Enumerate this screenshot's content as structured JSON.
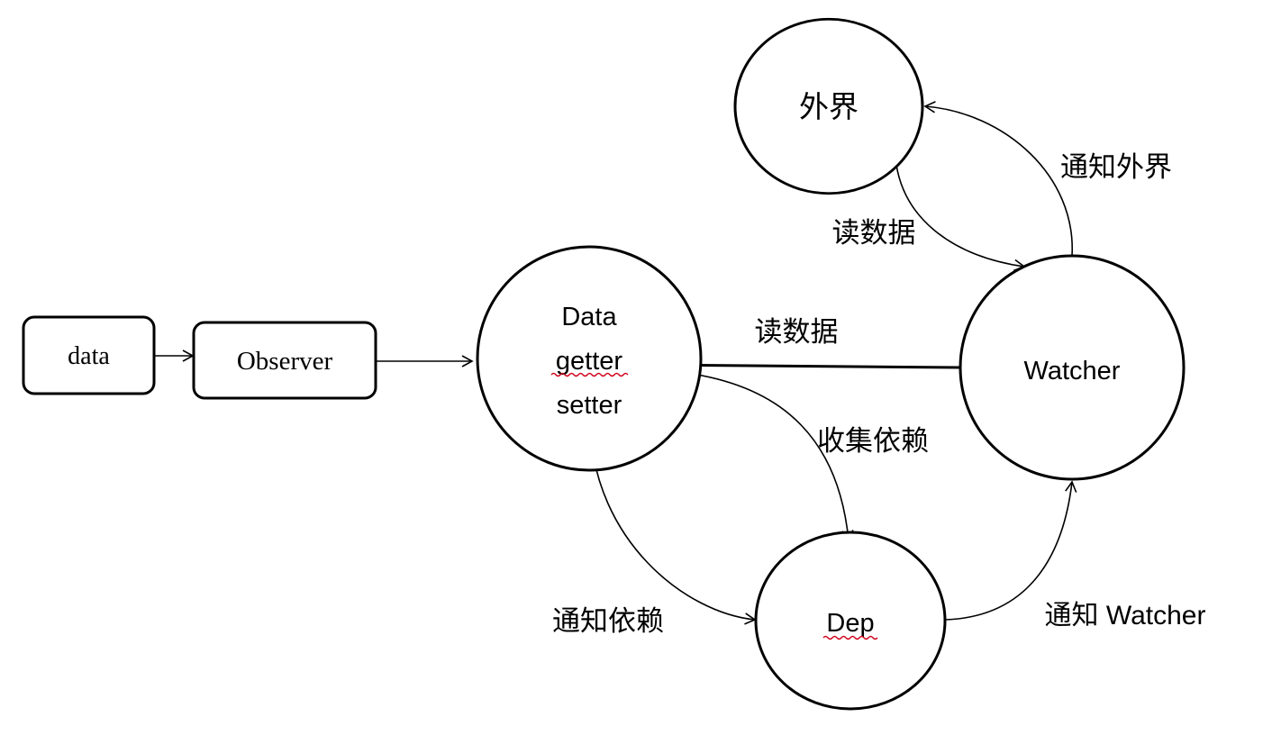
{
  "nodes": {
    "data_box": "data",
    "observer_box": "Observer",
    "data_circle": {
      "line1": "Data",
      "line2": "getter",
      "line3": "setter"
    },
    "outside_circle": "外界",
    "watcher_circle": "Watcher",
    "dep_circle": "Dep"
  },
  "edge_labels": {
    "outside_to_watcher": "读数据",
    "watcher_to_outside": "通知外界",
    "watcher_to_data": "读数据",
    "collect_deps": "收集依赖",
    "notify_deps": "通知依赖",
    "notify_watcher": "通知 Watcher"
  },
  "colors": {
    "stroke": "#000000",
    "spellcheck_underline": "#d0021b"
  }
}
